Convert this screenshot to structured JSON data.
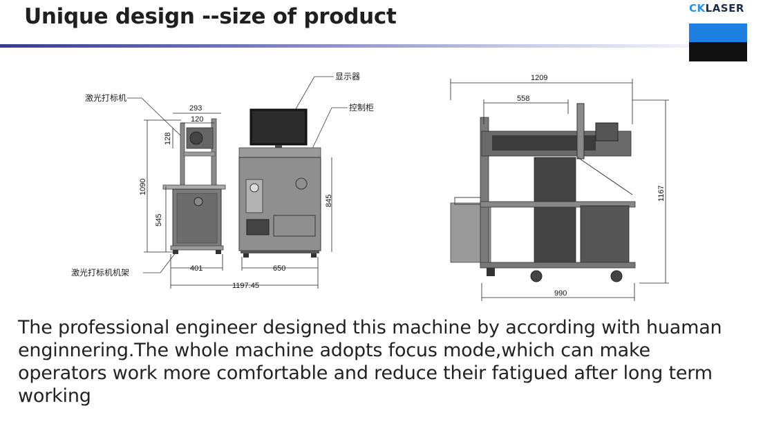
{
  "header": {
    "title": "Unique design --size of product",
    "logo_ck": "CK",
    "logo_rest": "LASER",
    "logo_colors": {
      "blue": "#1f7fe0",
      "black": "#111111",
      "text": "#1c2b4a"
    }
  },
  "left_drawing": {
    "label_marker": "激光打标机",
    "label_display": "显示器",
    "label_control": "控制柜",
    "label_stand": "激光打标机机架",
    "dims": {
      "top_width": "293",
      "head_width": "120",
      "head_height": "128",
      "total_height": "1090",
      "base_height": "545",
      "stand_width": "401",
      "cabinet_width": "650",
      "cabinet_height": "845",
      "overall_width": "1197.45"
    }
  },
  "right_drawing": {
    "dims": {
      "overall_width": "1209",
      "inner_width": "558",
      "height": "1167",
      "base_width": "990"
    }
  },
  "description": "The professional engineer designed this machine by according with huaman enginnering.The whole machine adopts focus mode,which can make operators work more comfortable and reduce their fatigued after long term working"
}
